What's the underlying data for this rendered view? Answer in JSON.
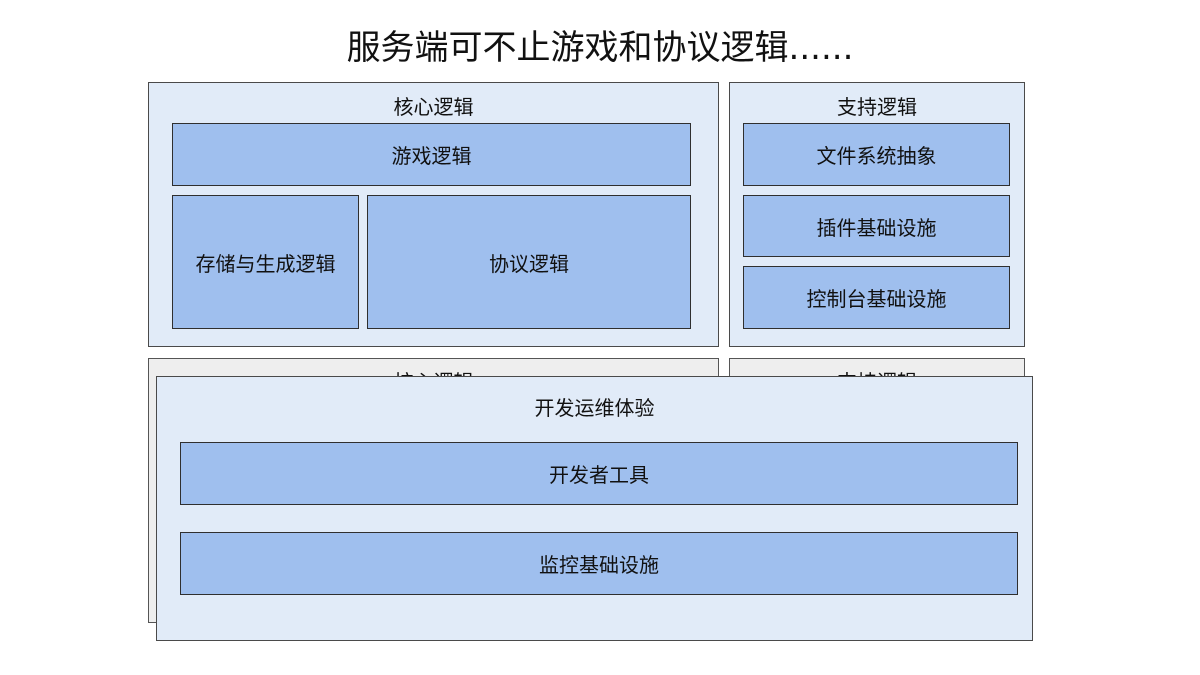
{
  "title": "服务端可不止游戏和协议逻辑......",
  "core": {
    "label": "核心逻辑",
    "game_logic": "游戏逻辑",
    "storage_logic": "存储与生成逻辑",
    "protocol_logic": "协议逻辑"
  },
  "support": {
    "label": "支持逻辑",
    "filesystem": "文件系统抽象",
    "plugin_infra": "插件基础设施",
    "console_infra": "控制台基础设施"
  },
  "back_panels": {
    "core_label": "核心逻辑",
    "support_label": "支持逻辑"
  },
  "devops": {
    "label": "开发运维体验",
    "dev_tools": "开发者工具",
    "monitoring_infra": "监控基础设施"
  }
}
